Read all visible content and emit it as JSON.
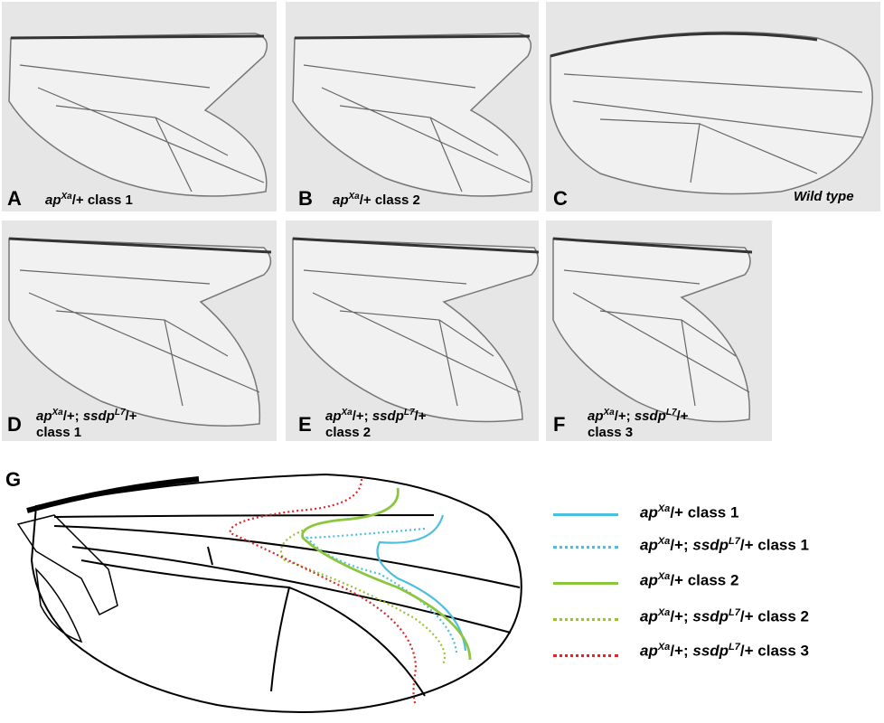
{
  "panels": [
    {
      "letter": "A",
      "geno": "ap",
      "sup": "Xa",
      "rest": "/+ class 1"
    },
    {
      "letter": "B",
      "geno": "ap",
      "sup": "Xa",
      "rest": "/+ class 2"
    },
    {
      "letter": "C",
      "label": "Wild type"
    },
    {
      "letter": "D",
      "geno": "ap",
      "sup": "Xa",
      "mid": "/+; ",
      "geno2": "ssdp",
      "sup2": "L7",
      "rest": "/+",
      "line2": "class 1"
    },
    {
      "letter": "E",
      "geno": "ap",
      "sup": "Xa",
      "mid": "/+; ",
      "geno2": "ssdp",
      "sup2": "L7",
      "rest": "/+",
      "line2": "class 2"
    },
    {
      "letter": "F",
      "geno": "ap",
      "sup": "Xa",
      "mid": "/+; ",
      "geno2": "ssdp",
      "sup2": "L7",
      "rest": "/+",
      "line2": "class 3"
    }
  ],
  "diagram": {
    "letter": "G"
  },
  "legend": [
    {
      "geno": "ap",
      "sup": "Xa",
      "mid": "/+",
      "geno2": "",
      "sup2": "",
      "rest": " class 1",
      "color": "#4bbfe0",
      "style": "solid"
    },
    {
      "geno": "ap",
      "sup": "Xa",
      "mid": "/+; ",
      "geno2": "ssdp",
      "sup2": "L7",
      "rest": "/+ class 1",
      "color": "#4bbfe0",
      "style": "dotted"
    },
    {
      "geno": "ap",
      "sup": "Xa",
      "mid": "/+",
      "geno2": "",
      "sup2": "",
      "rest": " class 2",
      "color": "#8cc63f",
      "style": "solid"
    },
    {
      "geno": "ap",
      "sup": "Xa",
      "mid": "/+; ",
      "geno2": "ssdp",
      "sup2": "L7",
      "rest": "/+ class 2",
      "color": "#9cc234",
      "style": "dotted"
    },
    {
      "geno": "ap",
      "sup": "Xa",
      "mid": "/+; ",
      "geno2": "ssdp",
      "sup2": "L7",
      "rest": "/+ class 3",
      "color": "#d42a2a",
      "style": "dotted"
    }
  ]
}
